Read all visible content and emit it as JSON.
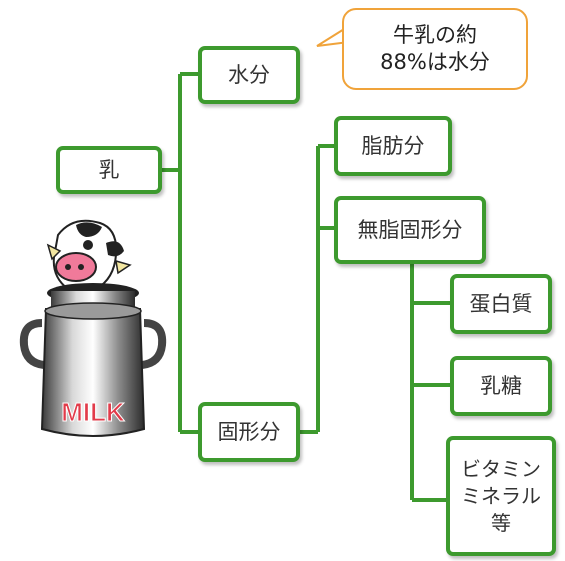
{
  "nodes": {
    "milk": "乳",
    "water": "水分",
    "solids": "固形分",
    "fat": "脂肪分",
    "snf": "無脂固形分",
    "protein": "蛋白質",
    "lactose": "乳糖",
    "vitamins": [
      "ビタミン",
      "ミネラル",
      "等"
    ]
  },
  "callout": [
    "牛乳の約",
    "88%は水分"
  ],
  "illustration": {
    "label": "MILK"
  },
  "colors": {
    "line": "#3d9a2e",
    "callout_border": "#f0a33a",
    "milk_label": "#e23b4a"
  }
}
